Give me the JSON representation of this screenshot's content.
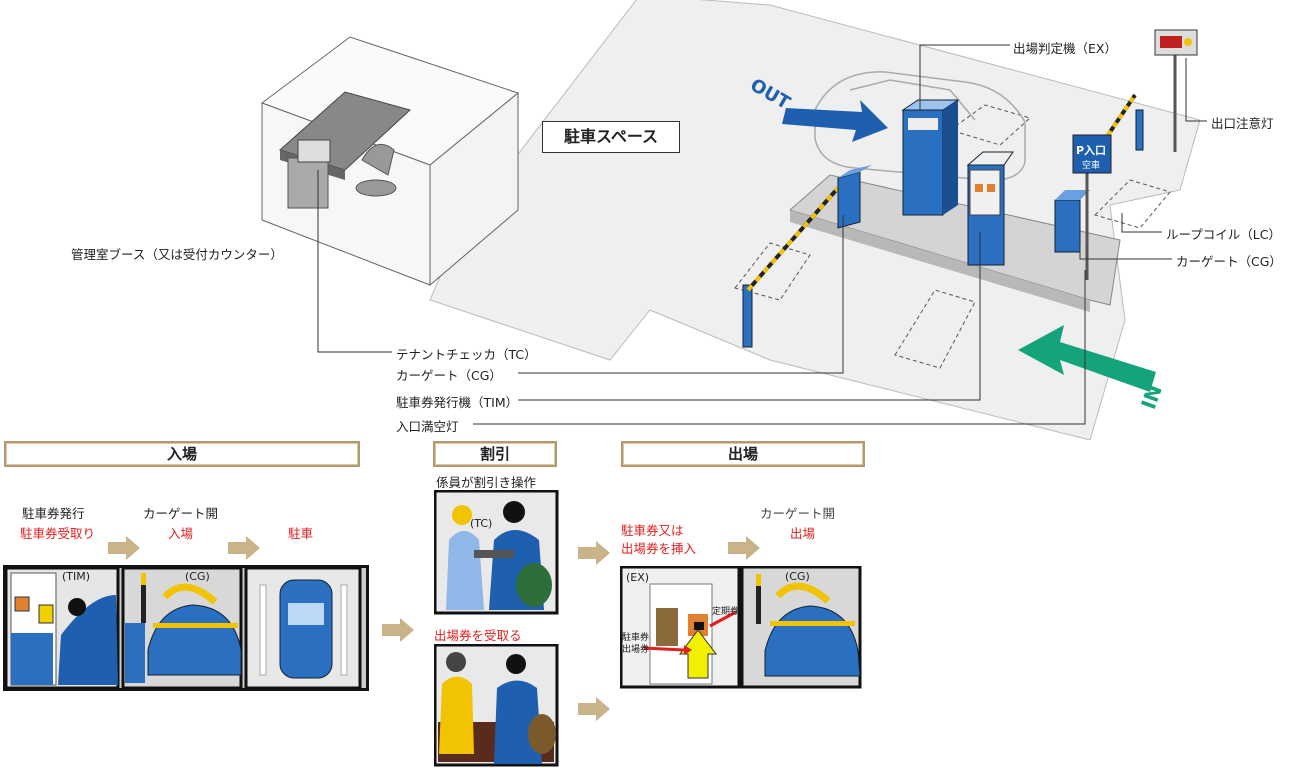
{
  "space_label": "駐車スペース",
  "overview_labels": {
    "booth": "管理室ブース（又は受付カウンター）",
    "exit_checker": "出場判定機（EX）",
    "exit_lamp": "出口注意灯",
    "loop_coil": "ループコイル（LC）",
    "car_gate_right": "カーゲート（CG）",
    "tenant_checker": "テナントチェッカ（TC）",
    "car_gate_left": "カーゲート（CG）",
    "ticket_machine": "駐車券発行機（TIM）",
    "entry_lamp": "入口満空灯"
  },
  "direction_out": "OUT",
  "direction_in": "IN",
  "sign_text": "P入口",
  "sign_sub": "空車",
  "sections": {
    "entry": "入場",
    "discount": "割引",
    "exit": "出場"
  },
  "entry_steps": {
    "step1_black": "駐車券発行",
    "step1_red": "駐車券受取り",
    "step2_black": "カーゲート開",
    "step2_red": "入場",
    "step3_red": "駐車",
    "panel1_tag": "(TIM)",
    "panel2_tag": "(CG)"
  },
  "discount_steps": {
    "caption": "係員が割引き操作",
    "panel_tag": "(TC)",
    "receive": "出場券を受取る"
  },
  "exit_steps": {
    "step1_line1": "駐車券又は",
    "step1_line2": "出場券を挿入",
    "step2_black": "カーゲート開",
    "step2_red": "出場",
    "panel1_tag": "(EX)",
    "panel1_sub1": "定期券",
    "panel1_sub2": "駐車券",
    "panel1_sub3": "出場券",
    "panel2_tag": "(CG)"
  },
  "colors": {
    "machine_blue": "#2a6fc0",
    "arrow_blue": "#1e5fb0",
    "arrow_green": "#14a37a",
    "header_border": "#b49a6a",
    "step_arrow": "#c9b48a",
    "label_red": "#e02020"
  }
}
